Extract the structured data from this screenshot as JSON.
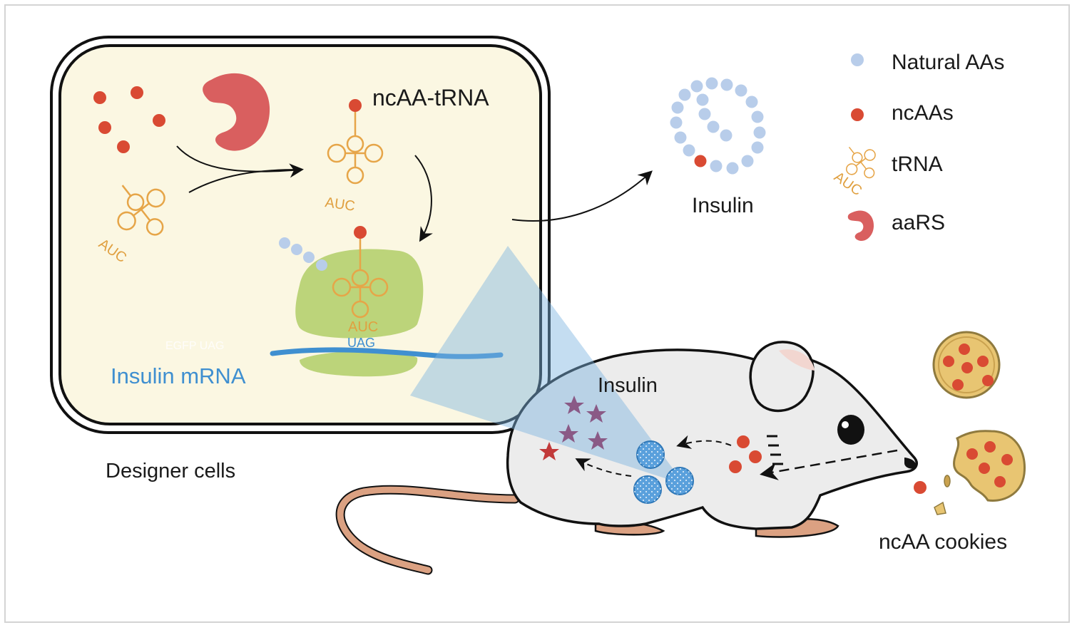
{
  "labels": {
    "trna_charged": "ncAA-tRNA",
    "insulin_top": "Insulin",
    "insulin_mrna": "Insulin mRNA",
    "designer_cells": "Designer cells",
    "insulin_mouse": "Insulin",
    "cookies": "ncAA cookies",
    "anticodon_1": "AUC",
    "anticodon_2": "AUC",
    "anticodon_3": "AUC",
    "codon": "UAG",
    "faded_mrna_text": "EGFP UAG"
  },
  "legend": [
    {
      "icon": "blue-dot-icon",
      "label": "Natural AAs"
    },
    {
      "icon": "red-dot-icon",
      "label": "ncAAs"
    },
    {
      "icon": "trna-icon",
      "label": "tRNA",
      "icon_text": "AUC"
    },
    {
      "icon": "aars-icon",
      "label": "aaRS"
    }
  ],
  "colors": {
    "cell_fill": "#fbf7e2",
    "ncaa_red": "#d94a33",
    "natural_blue": "#b8cdea",
    "trna_orange": "#e6a548",
    "aars_red": "#d95f5f",
    "ribosome_green": "#bcd47a",
    "mrna_blue": "#3f8fd0",
    "mouse_body": "#ececec",
    "tail": "#dba182",
    "star_purple": "#8a5a86"
  }
}
